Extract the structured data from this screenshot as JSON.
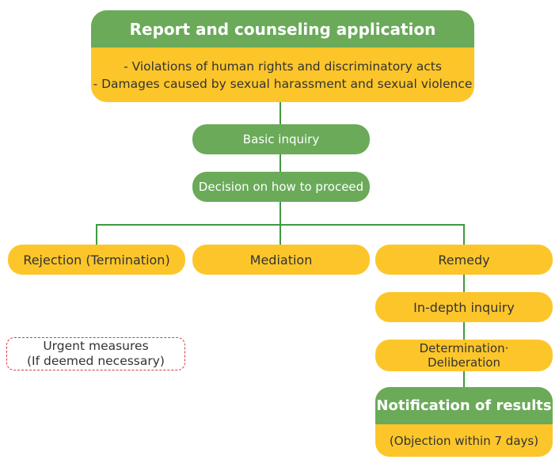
{
  "colors": {
    "green": "#6aaa59",
    "yellow": "#fcc62a",
    "line": "#3f9a3f",
    "dashed_border": "#d63a3a"
  },
  "top": {
    "title": "Report and counseling application",
    "items": [
      "- Violations of human rights and discriminatory acts",
      "- Damages caused by sexual harassment and sexual violence"
    ]
  },
  "steps": {
    "basic_inquiry": "Basic inquiry",
    "decision": "Decision on how to proceed"
  },
  "branches": {
    "rejection": "Rejection (Termination)",
    "mediation": "Mediation",
    "remedy": "Remedy"
  },
  "remedy_steps": {
    "in_depth": "In-depth inquiry",
    "determination_line1": "Determination·",
    "determination_line2": "Deliberation"
  },
  "notification": {
    "title": "Notification of results",
    "subtitle": "(Objection within 7 days)"
  },
  "urgent": {
    "line1": "Urgent measures",
    "line2": "(If deemed necessary)"
  }
}
